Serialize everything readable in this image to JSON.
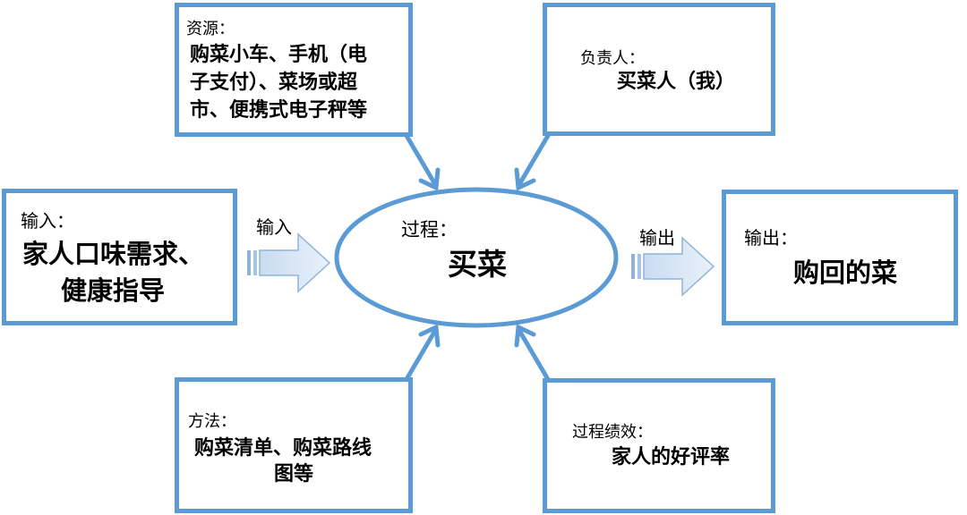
{
  "center": {
    "label": "过程：",
    "title": "买菜"
  },
  "resources": {
    "label": "资源：",
    "lines": [
      "购菜小车、手机（电",
      "子支付）、菜场或超",
      "市、便携式电子秤等"
    ]
  },
  "owner": {
    "label": "负责人：",
    "value": "买菜人（我）"
  },
  "input": {
    "label": "输入：",
    "lines": [
      "家人口味需求、",
      "健康指导"
    ],
    "arrow_label": "输入"
  },
  "output": {
    "label": "输出：",
    "value": "购回的菜",
    "arrow_label": "输出"
  },
  "method": {
    "label": "方法：",
    "lines": [
      "购菜清单、购菜路线",
      "图等"
    ]
  },
  "performance": {
    "label": "过程绩效：",
    "value": "家人的好评率"
  },
  "colors": {
    "border": "#5b9bd5",
    "arrow_fill": "#dce9f7"
  }
}
